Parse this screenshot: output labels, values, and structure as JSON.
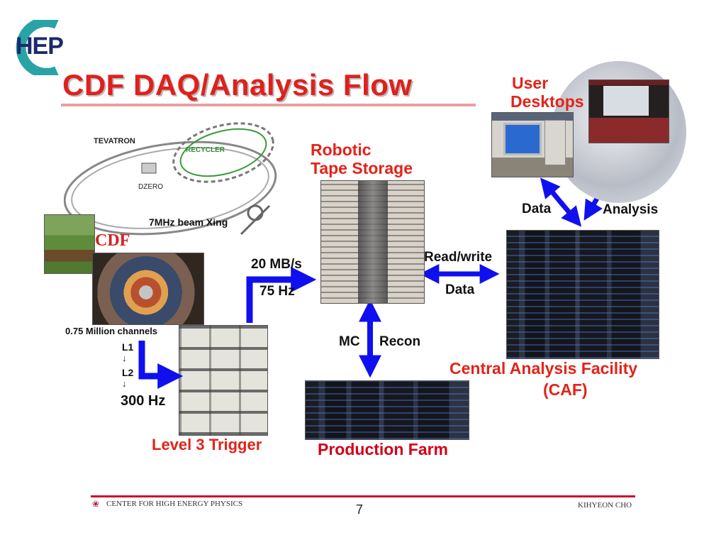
{
  "logo": {
    "text": "HEP"
  },
  "title": "CDF DAQ/Analysis Flow",
  "accelerator": {
    "tevatron": "TEVATRON",
    "recycler": "RECYCLER",
    "dzero": "DZERO",
    "beam": "7MHz beam Xing",
    "cdf": "CDF"
  },
  "detector": {
    "channels": "0.75 Million channels",
    "l1": "L1",
    "l2": "L2",
    "arrow1": "↓",
    "arrow2": "↓",
    "rate": "300 Hz"
  },
  "level3": {
    "label": "Level 3 Trigger"
  },
  "links": {
    "bandwidth": "20 MB/s",
    "rate": "75 Hz",
    "mc": "MC",
    "recon": "Recon",
    "readwrite": "Read/write",
    "data": "Data",
    "desk_data": "Data",
    "analysis": "Analysis"
  },
  "tape": {
    "line1": "Robotic",
    "line2": "Tape Storage"
  },
  "farm": {
    "label": "Production Farm"
  },
  "caf": {
    "line1": "Central Analysis Facility",
    "line2": "(CAF)"
  },
  "desktops": {
    "line1": "User",
    "line2": "Desktops"
  },
  "footer": {
    "org": "CENTER FOR HIGH ENERGY PHYSICS",
    "page": "7",
    "author": "KIHYEON CHO"
  },
  "colors": {
    "title_red": "#e0201c",
    "arrow_blue": "#1010ee",
    "footer_rule": "#c8102e"
  }
}
